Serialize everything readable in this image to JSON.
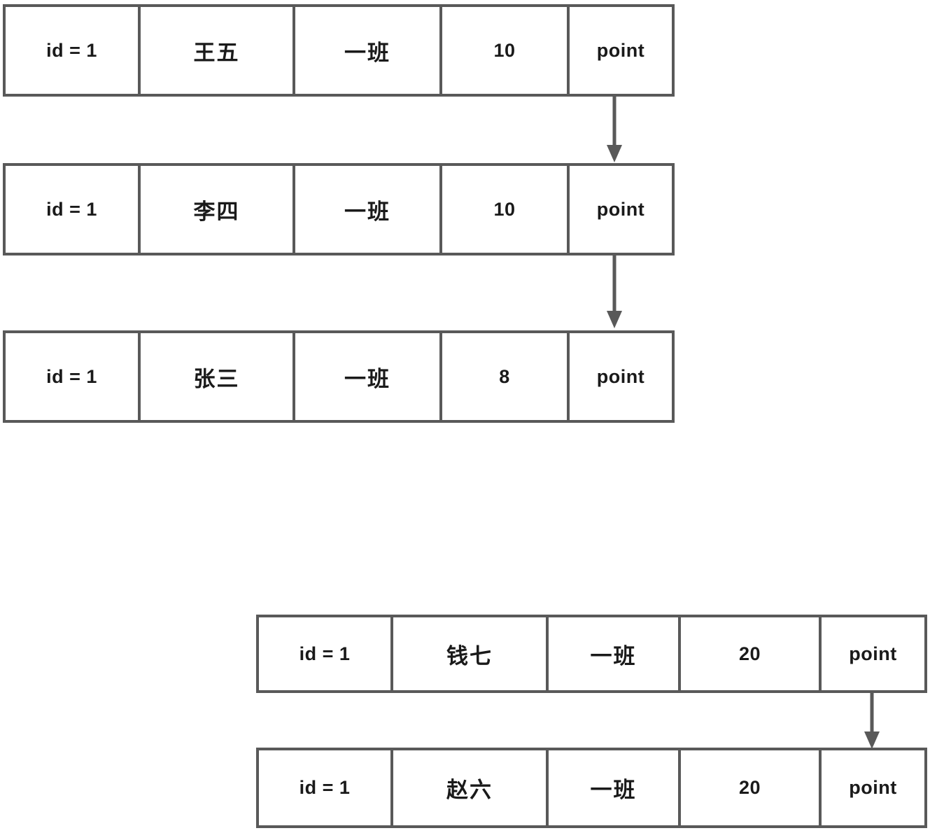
{
  "diagram": {
    "title": "Linked list nodes diagram",
    "colors": {
      "border": "#595959",
      "text": "#1a1a1a",
      "arrow": "#595959",
      "background": "#ffffff"
    },
    "groups": [
      {
        "name": "group-upper",
        "nodes": [
          {
            "name": "node-wangwu",
            "cells": [
              {
                "text": "id = 1",
                "script": "latin"
              },
              {
                "text": "王五",
                "script": "cjk"
              },
              {
                "text": "一班",
                "script": "cjk"
              },
              {
                "text": "10",
                "script": "latin"
              },
              {
                "text": "point",
                "script": "latin"
              }
            ]
          },
          {
            "name": "node-lisi",
            "cells": [
              {
                "text": "id = 1",
                "script": "latin"
              },
              {
                "text": "李四",
                "script": "cjk"
              },
              {
                "text": "一班",
                "script": "cjk"
              },
              {
                "text": "10",
                "script": "latin"
              },
              {
                "text": "point",
                "script": "latin"
              }
            ]
          },
          {
            "name": "node-zhangsan",
            "cells": [
              {
                "text": "id = 1",
                "script": "latin"
              },
              {
                "text": "张三",
                "script": "cjk"
              },
              {
                "text": "一班",
                "script": "cjk"
              },
              {
                "text": "8",
                "script": "latin"
              },
              {
                "text": "point",
                "script": "latin"
              }
            ]
          }
        ]
      },
      {
        "name": "group-lower",
        "nodes": [
          {
            "name": "node-qianqi",
            "cells": [
              {
                "text": "id = 1",
                "script": "latin"
              },
              {
                "text": "钱七",
                "script": "cjk"
              },
              {
                "text": "一班",
                "script": "cjk"
              },
              {
                "text": "20",
                "script": "latin"
              },
              {
                "text": "point",
                "script": "latin"
              }
            ]
          },
          {
            "name": "node-zhaoliu",
            "cells": [
              {
                "text": "id = 1",
                "script": "latin"
              },
              {
                "text": "赵六",
                "script": "cjk"
              },
              {
                "text": "一班",
                "script": "cjk"
              },
              {
                "text": "20",
                "script": "latin"
              },
              {
                "text": "point",
                "script": "latin"
              }
            ]
          }
        ]
      }
    ],
    "arrows": [
      {
        "name": "arrow-wangwu-to-lisi",
        "from": "node-wangwu",
        "to": "node-lisi"
      },
      {
        "name": "arrow-lisi-to-zhangsan",
        "from": "node-lisi",
        "to": "node-zhangsan"
      },
      {
        "name": "arrow-qianqi-to-zhaoliu",
        "from": "node-qianqi",
        "to": "node-zhaoliu"
      }
    ]
  }
}
